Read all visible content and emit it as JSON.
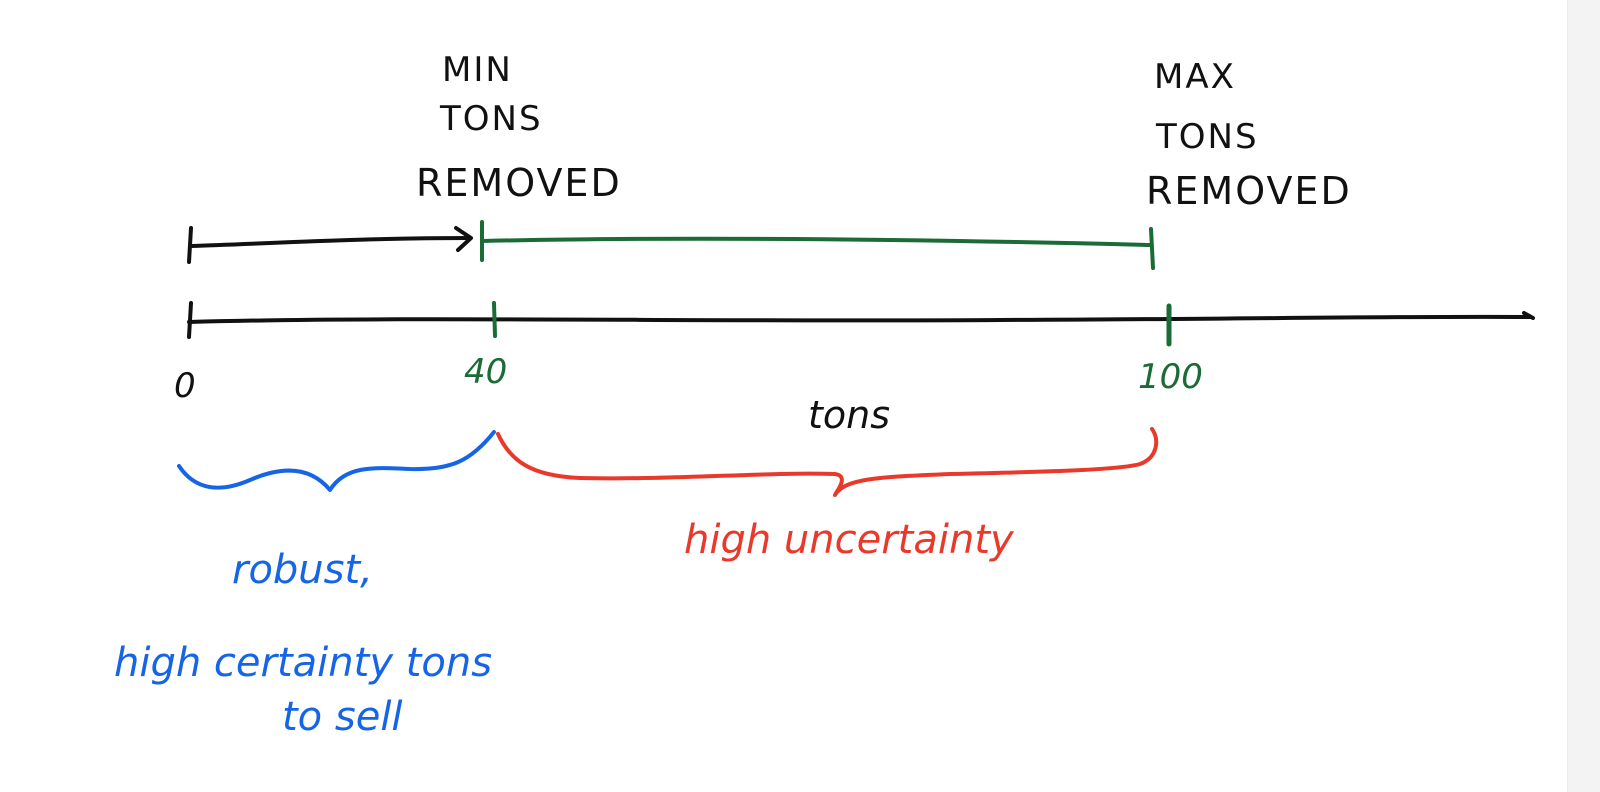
{
  "colors": {
    "ink": "#111111",
    "green": "#1a6b35",
    "blue": "#1565e6",
    "red": "#e8392b",
    "background": "#ffffff"
  },
  "min_label": {
    "line1": "MIN",
    "line2": "TONS",
    "line3": "REMOVED"
  },
  "max_label": {
    "line1": "MAX",
    "line2": "TONS",
    "line3": "REMOVED"
  },
  "axis": {
    "tick_zero": "0",
    "tick_min": "40",
    "tick_max": "100",
    "unit_label": "tons"
  },
  "annotations": {
    "high_uncertainty": "high uncertainty",
    "robust_line1": "robust,",
    "robust_line2": "high certainty tons",
    "robust_line3": "to sell"
  }
}
